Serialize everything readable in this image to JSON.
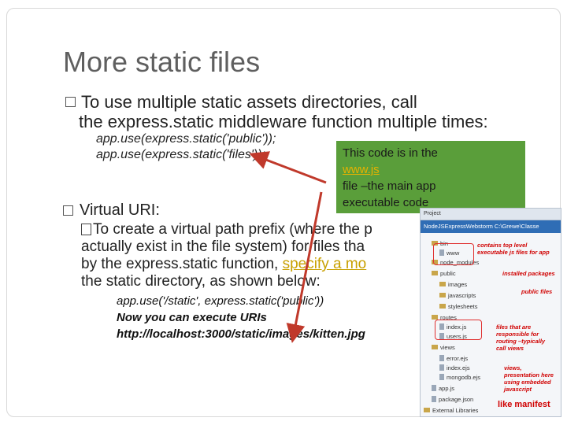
{
  "title": "More static files",
  "bullet1": {
    "line1": "To use multiple static assets directories, call",
    "line2": "the express.static middleware function multiple times:"
  },
  "code1": {
    "line1": "app.use(express.static('public'));",
    "line2": "app.use(express.static('files'));"
  },
  "note": {
    "line1": "This code is in the",
    "link": "www.js",
    "line3": "file –the main app",
    "line4": "executable code"
  },
  "bullet2": {
    "label": "Virtual URI:"
  },
  "sub": {
    "part1": "To create a virtual path prefix (where the p",
    "part2": "actually exist in the file system) for files tha",
    "part3": "by the express.static function, ",
    "highlight": "specify a mo",
    "part4": "the static directory, as shown below:"
  },
  "code2": {
    "line1": "app.use('/static', express.static('public'))",
    "line2": "Now you can execute URIs",
    "line3": "http://localhost:3000/static/images/kitten.jpg"
  },
  "ide": {
    "tab": "Project",
    "root": "NodeJSExpressWebstorm  C:\\Grewe\\Classe",
    "items": [
      {
        "label": "bin",
        "kind": "folder"
      },
      {
        "label": "www",
        "kind": "file"
      },
      {
        "label": "node_modules",
        "kind": "folder"
      },
      {
        "label": "public",
        "kind": "folder"
      },
      {
        "label": "images",
        "kind": "folder"
      },
      {
        "label": "javascripts",
        "kind": "folder"
      },
      {
        "label": "stylesheets",
        "kind": "folder"
      },
      {
        "label": "routes",
        "kind": "folder"
      },
      {
        "label": "index.js",
        "kind": "file"
      },
      {
        "label": "users.js",
        "kind": "file"
      },
      {
        "label": "views",
        "kind": "folder"
      },
      {
        "label": "error.ejs",
        "kind": "file"
      },
      {
        "label": "index.ejs",
        "kind": "file"
      },
      {
        "label": "mongodb.ejs",
        "kind": "file"
      },
      {
        "label": "app.js",
        "kind": "file"
      },
      {
        "label": "package.json",
        "kind": "file"
      },
      {
        "label": "External Libraries",
        "kind": "folder"
      }
    ],
    "annotations": {
      "a1l1": "contains top level",
      "a1l2": "executable js files for app",
      "a2": "installed packages",
      "a3": "public files",
      "a4l1": "files that are",
      "a4l2": "responsible for",
      "a4l3": "routing –typically",
      "a4l4": "call views",
      "a5l1": "views,",
      "a5l2": "presentation here",
      "a5l3": "using embedded",
      "a5l4": "javascript",
      "a6": "like manifest"
    }
  }
}
